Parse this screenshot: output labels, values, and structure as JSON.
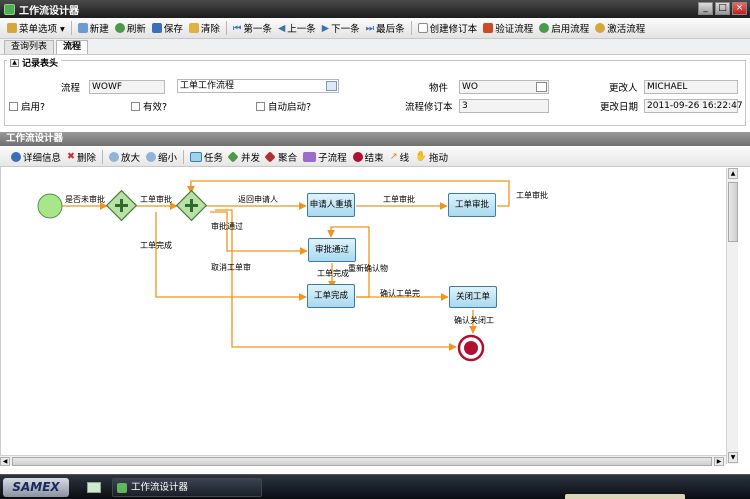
{
  "window": {
    "title": "工作流设计器",
    "buttons": [
      "_",
      "□",
      "×"
    ]
  },
  "toolbar": {
    "items": [
      {
        "label": "菜单选项 ▾",
        "icon": "menu-icon",
        "color": "#d4a73a"
      },
      {
        "label": "新建",
        "icon": "new-icon",
        "color": "#6b9bd1"
      },
      {
        "label": "刷新",
        "icon": "refresh-icon",
        "color": "#4a9a4a"
      },
      {
        "label": "保存",
        "icon": "save-icon",
        "color": "#3b6fb6"
      },
      {
        "label": "清除",
        "icon": "clear-icon",
        "color": "#e0b040"
      },
      {
        "label": "第一条",
        "icon": "first-icon",
        "color": "#3b6fb6"
      },
      {
        "label": "上一条",
        "icon": "prev-icon",
        "color": "#3b6fb6"
      },
      {
        "label": "下一条",
        "icon": "next-icon",
        "color": "#3b6fb6"
      },
      {
        "label": "最后条",
        "icon": "last-icon",
        "color": "#3b6fb6"
      },
      {
        "label": "创建修订本",
        "icon": "create-revision-icon",
        "color": "#8a8a8a"
      },
      {
        "label": "验证流程",
        "icon": "validate-icon",
        "color": "#c84a2a"
      },
      {
        "label": "启用流程",
        "icon": "enable-icon",
        "color": "#4a9a4a"
      },
      {
        "label": "激活流程",
        "icon": "activate-icon",
        "color": "#d4a73a"
      }
    ]
  },
  "tabs": [
    {
      "label": "查询列表",
      "active": false
    },
    {
      "label": "流程",
      "active": true
    }
  ],
  "record": {
    "section_title": "记录表头",
    "process_label": "流程",
    "process_code": "WOWF",
    "process_desc": "工单工作流程",
    "object_label": "物件",
    "object_value": "WO",
    "changed_by_label": "更改人",
    "changed_by_value": "MICHAEL",
    "enabled_label": "启用?",
    "active_label": "有效?",
    "autostart_label": "自动启动?",
    "revision_label": "流程修订本",
    "revision_value": "3",
    "change_date_label": "更改日期",
    "change_date_value": "2011-09-26 16:22:47"
  },
  "designer": {
    "panel_title": "工作流设计器",
    "tools": [
      {
        "label": "详细信息",
        "icon": "info-icon",
        "color": "#3b6fb6"
      },
      {
        "label": "删除",
        "icon": "delete-icon",
        "color": "#d03030"
      },
      {
        "label": "放大",
        "icon": "zoom-in-icon",
        "color": "#3b6fb6"
      },
      {
        "label": "缩小",
        "icon": "zoom-out-icon",
        "color": "#3b6fb6"
      },
      {
        "label": "任务",
        "icon": "task-icon",
        "color": "#9fd3ea"
      },
      {
        "label": "并发",
        "icon": "fork-icon",
        "color": "#4a9a4a"
      },
      {
        "label": "聚合",
        "icon": "join-icon",
        "color": "#b03030"
      },
      {
        "label": "子流程",
        "icon": "subprocess-icon",
        "color": "#9a6cc8"
      },
      {
        "label": "结束",
        "icon": "end-icon",
        "color": "#b01030"
      },
      {
        "label": "线",
        "icon": "line-icon",
        "color": "#e08a20"
      },
      {
        "label": "拖动",
        "icon": "drag-icon",
        "color": "#7a7a7a"
      }
    ]
  },
  "diagram": {
    "nodes": {
      "applicant_reentry": "申请人重填",
      "approve_order": "工单审批",
      "approved": "审批通过",
      "complete_order": "工单完成",
      "close_order": "关闭工单"
    },
    "edge_labels": {
      "is_unapproved": "是否未审批",
      "order_approval_1": "工单审批",
      "return_applicant": "返回申请人",
      "order_approval_2": "工单审批",
      "order_approval_3": "工单审批",
      "approval_passed": "审批通过",
      "order_complete_1": "工单完成",
      "cancel_order": "取消工单审",
      "reconfirm": "重新确认物",
      "order_complete_2": "工单完成",
      "confirm_complete": "确认工单完",
      "confirm_close": "确认关闭工"
    },
    "colors": {
      "edge": "#f0941e",
      "start": "#a8e68a",
      "gateway": "#4a9a4a",
      "end": "#b01030",
      "task": "#a9d9ef"
    }
  },
  "taskbar": {
    "start_label": "SAMEX",
    "task_label": "工作流设计器"
  }
}
